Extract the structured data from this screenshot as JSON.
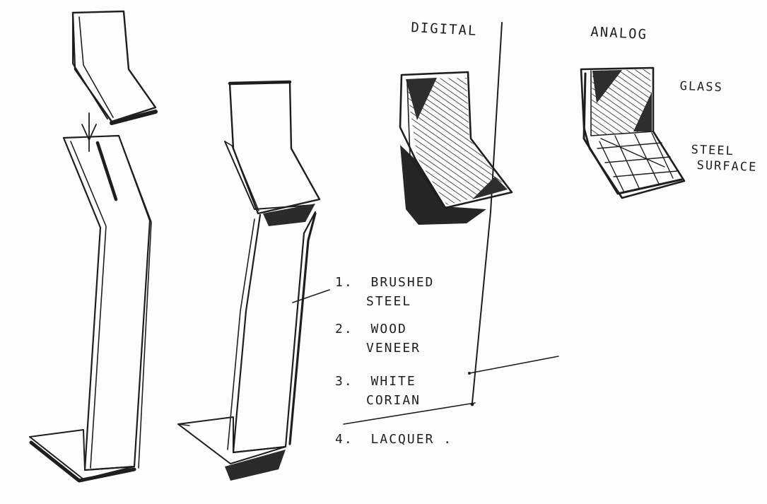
{
  "labels": {
    "digital": "DIGITAL",
    "analog": "ANALOG",
    "glass": "GLASS",
    "steel_surface_1": "STEEL",
    "steel_surface_2": "SURFACE"
  },
  "materials": [
    {
      "number": "1.",
      "line1": "BRUSHED",
      "line2": "STEEL"
    },
    {
      "number": "2.",
      "line1": "WOOD",
      "line2": "VENEER"
    },
    {
      "number": "3.",
      "line1": "WHITE",
      "line2": "CORIAN"
    },
    {
      "number": "4.",
      "line1": "LACQUER .",
      "line2": ""
    }
  ],
  "colors": {
    "ink": "#1e1e1e",
    "marker_shadow": "#2b2b2b",
    "paper": "#fdfdfd"
  }
}
